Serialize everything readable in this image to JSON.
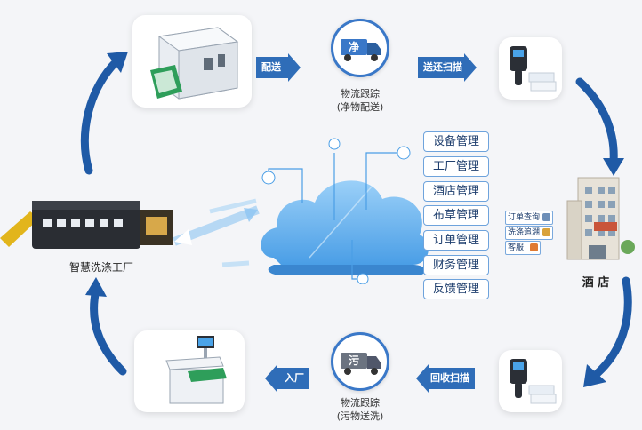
{
  "arrows": {
    "deliver": "配送",
    "return_scan": "送还扫描",
    "recycle_scan": "回收扫描",
    "inbound": "入厂"
  },
  "trucks": {
    "clean": {
      "badge": "净",
      "line1": "物流跟踪",
      "line2": "(净物配送)"
    },
    "dirty": {
      "badge": "污",
      "line1": "物流跟踪",
      "line2": "(污物送洗)"
    }
  },
  "factory_label": "智慧洗涤工厂",
  "hotel": {
    "label": "酒  店",
    "tags": [
      "订单查询",
      "洗涤追溯",
      "客服"
    ]
  },
  "management": [
    "设备管理",
    "工厂管理",
    "酒店管理",
    "布草管理",
    "订单管理",
    "财务管理",
    "反馈管理"
  ],
  "colors": {
    "primary_blue": "#2f6db8",
    "cloud_blue": "#5fb0f0",
    "flow_arrow": "#1f5aa6"
  }
}
